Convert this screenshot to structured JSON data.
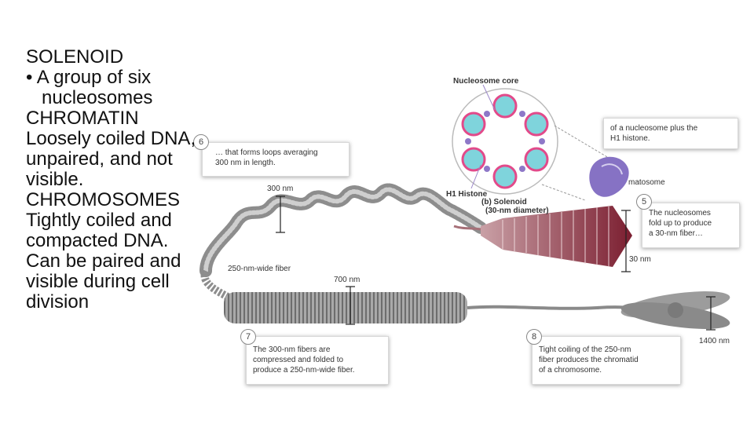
{
  "slide_text": [
    {
      "text": "SOLENOID",
      "style": "plain"
    },
    {
      "text": "• A group of six",
      "style": "bullet"
    },
    {
      "text": "nucleosomes",
      "style": "indent"
    },
    {
      "text": "CHROMATIN",
      "style": "plain"
    },
    {
      "text": "Loosely coiled DNA,",
      "style": "plain"
    },
    {
      "text": "unpaired, and not",
      "style": "plain"
    },
    {
      "text": "visible.",
      "style": "plain"
    },
    {
      "text": "CHROMOSOMES",
      "style": "plain"
    },
    {
      "text": "Tightly coiled and",
      "style": "plain"
    },
    {
      "text": "compacted DNA.",
      "style": "plain"
    },
    {
      "text": "Can be paired and",
      "style": "plain"
    },
    {
      "text": "visible during cell",
      "style": "plain"
    },
    {
      "text": "division",
      "style": "plain"
    }
  ],
  "figure": {
    "labels": {
      "nucleosome_core": "Nucleosome core",
      "h1_histone": "H1 Histone",
      "solenoid_title": "(b) Solenoid",
      "solenoid_sub": "(30-nm diameter)",
      "chromatosome": "matosome",
      "nm300": "300 nm",
      "nm30": "30 nm",
      "fiber250": "250-nm-wide fiber",
      "nm700": "700 nm",
      "nm1400": "1400 nm"
    },
    "callouts": {
      "top_partial": [
        "of a nucleosome plus the",
        "H1 histone."
      ],
      "six_num": "6",
      "six": [
        "… that forms loops averaging",
        "300 nm in length."
      ],
      "five_num": "5",
      "five": [
        "The nucleosomes",
        "fold up to produce",
        "a 30-nm fiber…"
      ],
      "seven_num": "7",
      "seven": [
        "The 300-nm fibers are",
        "compressed and folded to",
        "produce a 250-nm-wide fiber."
      ],
      "eight_num": "8",
      "eight": [
        "Tight coiling of the 250-nm",
        "fiber produces the chromatid",
        "of a chromosome."
      ]
    },
    "colors": {
      "solenoid_red": "#8e2a3a",
      "histone_cyan": "#7fd4dc",
      "dna_pink": "#e24a8a",
      "fiber_gray": "#9a9a9a",
      "text": "#111111"
    }
  }
}
